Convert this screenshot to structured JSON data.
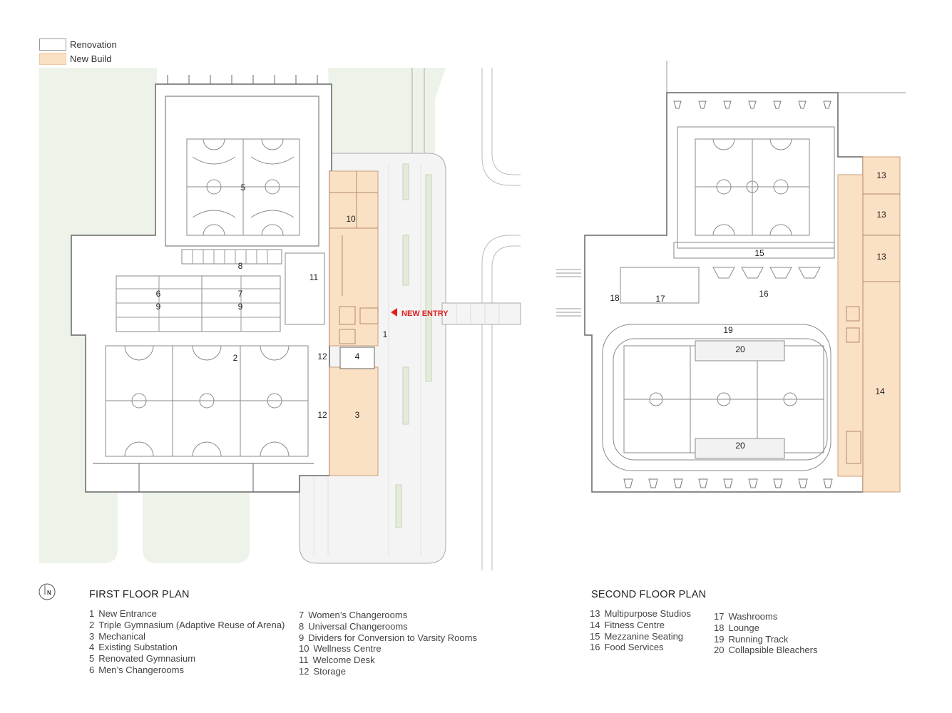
{
  "legend": {
    "items": [
      {
        "label": "Renovation",
        "color": "#ffffff"
      },
      {
        "label": "New Build",
        "color": "#fbe1c4"
      }
    ]
  },
  "colors": {
    "new_build": "#fbe1c4",
    "lawn": "#eef3e9",
    "paving": "#f3f3f3",
    "line": "#8a8a8a",
    "accent": "#e02020"
  },
  "first_floor": {
    "title": "FIRST FLOOR PLAN",
    "entry_label": "NEW ENTRY",
    "north_icon": "N",
    "room_labels": [
      "1",
      "2",
      "3",
      "4",
      "5",
      "6",
      "7",
      "8",
      "9",
      "9",
      "10",
      "11",
      "12",
      "12"
    ],
    "key_col1": [
      {
        "num": "1",
        "name": "New Entrance"
      },
      {
        "num": "2",
        "name": "Triple Gymnasium (Adaptive Reuse of Arena)"
      },
      {
        "num": "3",
        "name": "Mechanical"
      },
      {
        "num": "4",
        "name": "Existing Substation"
      },
      {
        "num": "5",
        "name": "Renovated Gymnasium"
      },
      {
        "num": "6",
        "name": "Men’s Changerooms"
      }
    ],
    "key_col2": [
      {
        "num": "7",
        "name": "Women’s Changerooms"
      },
      {
        "num": "8",
        "name": "Universal Changerooms"
      },
      {
        "num": "9",
        "name": "Dividers for Conversion to Varsity Rooms"
      },
      {
        "num": "10",
        "name": "Wellness Centre"
      },
      {
        "num": "11",
        "name": "Welcome Desk"
      },
      {
        "num": "12",
        "name": "Storage"
      }
    ]
  },
  "second_floor": {
    "title": "SECOND FLOOR PLAN",
    "room_labels": [
      "13",
      "13",
      "13",
      "14",
      "15",
      "16",
      "17",
      "18",
      "19",
      "20",
      "20"
    ],
    "key_col1": [
      {
        "num": "13",
        "name": "Multipurpose Studios"
      },
      {
        "num": "14",
        "name": "Fitness Centre"
      },
      {
        "num": "15",
        "name": "Mezzanine Seating"
      },
      {
        "num": "16",
        "name": "Food Services"
      }
    ],
    "key_col2": [
      {
        "num": "17",
        "name": "Washrooms"
      },
      {
        "num": "18",
        "name": "Lounge"
      },
      {
        "num": "19",
        "name": "Running Track"
      },
      {
        "num": "20",
        "name": "Collapsible Bleachers"
      }
    ]
  }
}
